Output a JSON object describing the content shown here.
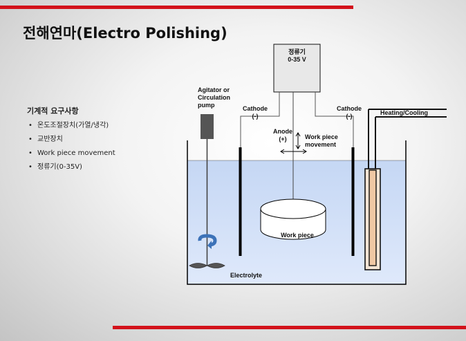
{
  "title": "전해연마(Electro Polishing)",
  "requirements": {
    "heading": "기계적 요구사항",
    "items": [
      "온도조절장치(가열/냉각)",
      "교반장치",
      "Work piece movement",
      "정류기(0-35V)"
    ]
  },
  "diagram": {
    "rectifier": {
      "line1": "정류기",
      "line2": "0-35 V"
    },
    "agitator": {
      "line1": "Agitator or",
      "line2": "Circulation",
      "line3": "pump"
    },
    "cathode_left": {
      "line1": "Cathode",
      "line2": "(-)"
    },
    "cathode_right": {
      "line1": "Cathode",
      "line2": "(-)"
    },
    "anode": {
      "line1": "Anode",
      "line2": "(+)"
    },
    "movement": {
      "line1": "Work piece",
      "line2": "movement"
    },
    "heating": "Heating/Cooling",
    "workpiece": "Work piece",
    "electrolyte": "Electrolyte"
  },
  "colors": {
    "accent_bar": "#d3121b",
    "electrolyte": "#c8d9f4",
    "tube_fill": "#f0c8a4",
    "rotation_arrow": "#3c72b8"
  }
}
